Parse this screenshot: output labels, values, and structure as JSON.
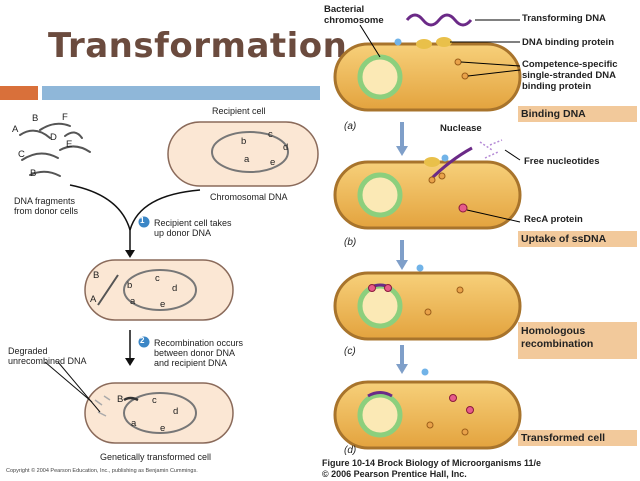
{
  "slide": {
    "title": "Transformation",
    "colors": {
      "title": "#6b4b3e",
      "accent_orange": "#d9703a",
      "accent_blue": "#8fb7d9",
      "cell_fill": "#fbe7d4",
      "cell_stroke": "#8a6a5a"
    }
  },
  "left": {
    "recipient_cell_label": "Recipient cell",
    "chromosomal_dna_label": "Chromosomal DNA",
    "donor_fragments_label": "DNA fragments\nfrom donor cells",
    "fragment_letters": [
      "A",
      "B",
      "C",
      "D",
      "E",
      "F",
      "B"
    ],
    "chromosome_letters": [
      "b",
      "c",
      "d",
      "a",
      "e"
    ],
    "step1_num": "1",
    "step1_text": "Recipient cell takes\nup donor DNA",
    "step2_num": "2",
    "step2_text": "Recombination occurs\nbetween donor DNA\nand recipient DNA",
    "cell2_letters": [
      "B",
      "b",
      "c",
      "d",
      "A",
      "a",
      "e"
    ],
    "degraded_label": "Degraded\nunrecombined DNA",
    "cell3_letters": [
      "B",
      "c",
      "d",
      "a",
      "e"
    ],
    "transformed_label": "Genetically transformed cell",
    "copyright": "Copyright © 2004 Pearson Education, Inc., publishing as Benjamin Cummings."
  },
  "right": {
    "bacterial_chromosome": "Bacterial\nchromosome",
    "transforming_dna": "Transforming DNA",
    "dna_binding_protein": "DNA binding protein",
    "competence_protein": "Competence-specific\nsingle-stranded DNA\nbinding protein",
    "nuclease": "Nuclease",
    "free_nucleotides": "Free nucleotides",
    "reca_protein": "RecA protein",
    "panels": [
      "(a)",
      "(b)",
      "(c)",
      "(d)"
    ],
    "steps": [
      "Binding DNA",
      "Uptake of ssDNA",
      "Homologous\nrecombination",
      "Transformed cell"
    ],
    "caption_line1": "Figure 10-14  Brock Biology of Microorganisms 11/e",
    "caption_line2": "© 2006 Pearson Prentice Hall, Inc."
  }
}
